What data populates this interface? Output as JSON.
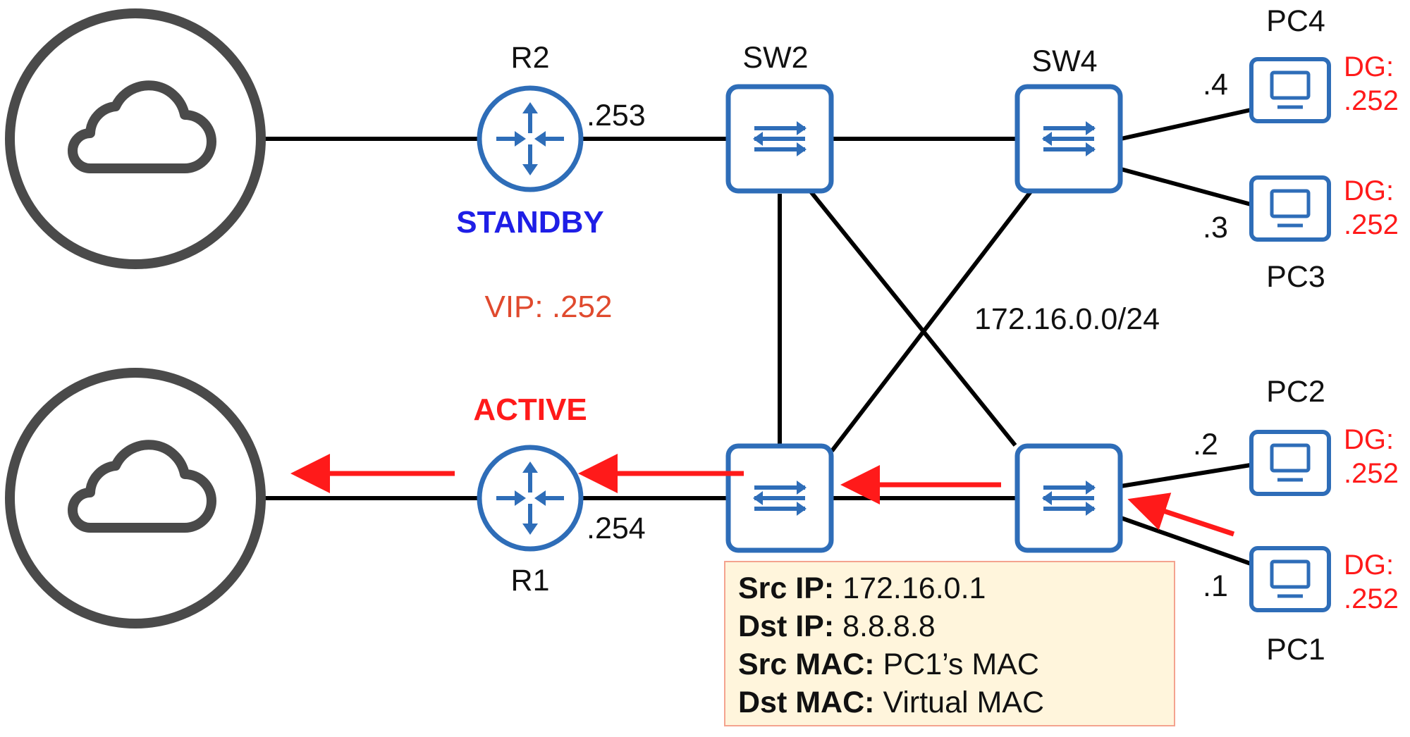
{
  "devices": {
    "r2": "R2",
    "r1": "R1",
    "sw2": "SW2",
    "sw4": "SW4",
    "pc1": "PC1",
    "pc2": "PC2",
    "pc3": "PC3",
    "pc4": "PC4"
  },
  "interfaces": {
    "r2_ip": ".253",
    "r1_ip": ".254",
    "pc4_ip": ".4",
    "pc3_ip": ".3",
    "pc2_ip": ".2",
    "pc1_ip": ".1"
  },
  "status": {
    "standby": "STANDBY",
    "active": "ACTIVE"
  },
  "vip": "VIP: .252",
  "subnet": "172.16.0.0/24",
  "dg": {
    "prefix": "DG:",
    "value": ".252"
  },
  "packet": {
    "src_ip_label": "Src IP:",
    "src_ip_value": "172.16.0.1",
    "dst_ip_label": "Dst IP:",
    "dst_ip_value": "8.8.8.8",
    "src_mac_label": "Src MAC:",
    "src_mac_value": "PC1’s MAC",
    "dst_mac_label": "Dst MAC:",
    "dst_mac_value": "Virtual MAC"
  },
  "colors": {
    "device_blue": "#2E6DB8",
    "arrow_red": "#FF1A1A",
    "standby_blue": "#1E1EE6",
    "cloud_gray": "#4A4A4A"
  }
}
